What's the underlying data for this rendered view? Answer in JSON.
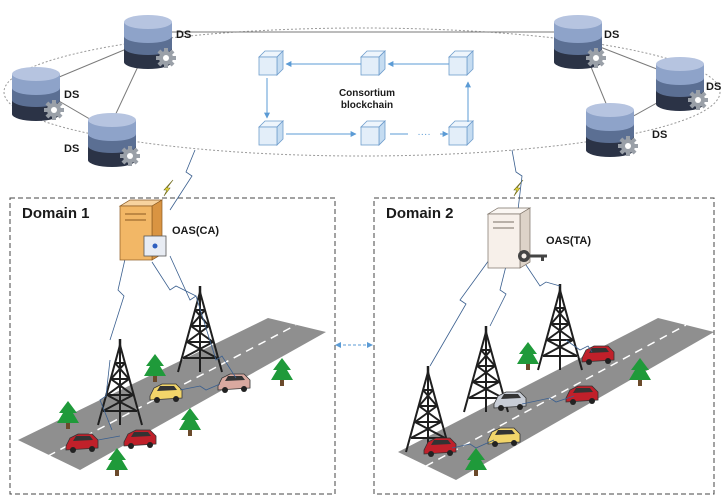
{
  "blockchain": {
    "label_line1": "Consortium",
    "label_line2": "blockchain",
    "ellipsis": "····"
  },
  "ds_label": "DS",
  "domain1": {
    "title": "Domain 1",
    "server_label": "OAS(CA)"
  },
  "domain2": {
    "title": "Domain 2",
    "server_label": "OAS(TA)"
  },
  "colors": {
    "ds_top": "#8ea3c9",
    "ds_mid": "#5b6f93",
    "ds_dark": "#2b3346",
    "gear": "#9aa0a8",
    "block": "#d7e8f7",
    "block_stroke": "#6f9dcc",
    "arrow": "#5b9bd5",
    "road": "#8f8f8f",
    "tower": "#1f1f1f",
    "tree": "#1f9a3a",
    "car_red": "#c0202a",
    "car_yellow": "#f2d56a",
    "server_ca": "#f2b766",
    "server_ta": "#f7f0ea"
  }
}
